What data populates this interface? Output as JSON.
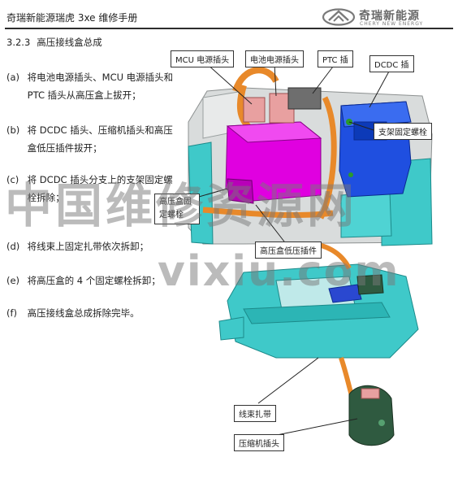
{
  "header": {
    "title": "奇瑞新能源瑞虎 3xe 维修手册",
    "logo_cn": "奇瑞新能源",
    "logo_en": "CHERY NEW ENERGY",
    "rule_color": "#2c2c2c"
  },
  "section": {
    "number": "3.2.3",
    "title": "高压接线盒总成"
  },
  "steps": [
    {
      "label": "(a)",
      "lines": [
        "将电池电源插头、MCU 电源插头和",
        "PTC 插头从高压盒上拔开；"
      ]
    },
    {
      "label": "(b)",
      "lines": [
        "将 DCDC 插头、压缩机插头和高压",
        "盒低压插件拔开；"
      ]
    },
    {
      "label": "(c)",
      "lines": [
        "将 DCDC 插头分支上的支架固定螺",
        "栓拆除；"
      ]
    },
    {
      "label": "(d)",
      "lines": [
        "将线束上固定扎带依次拆卸；"
      ]
    },
    {
      "label": "(e)",
      "lines": [
        "将高压盒的 4 个固定螺栓拆卸；"
      ]
    },
    {
      "label": "(f)",
      "lines": [
        "高压接线盒总成拆除完毕。"
      ]
    }
  ],
  "callouts": {
    "mcu": "MCU 电源插头",
    "battery": "电池电源插头",
    "ptc": "PTC 插",
    "dcdc": "DCDC 插",
    "bracket_bolt": "支架固定螺栓",
    "hv_box_bolt": "高压盒固定螺栓",
    "hv_box_lv": "高压盒低压插件",
    "harness_tie": "线束扎带",
    "compressor": "压缩机插头"
  },
  "watermark": {
    "cn": "中国维修资源网",
    "en": "vixiu.com"
  },
  "colors": {
    "frame_cyan": "#3fc9c9",
    "hv_box_magenta": "#e000e0",
    "dcdc_blue": "#1f4fe0",
    "cable_orange": "#e8892a",
    "connector_pink": "#e8a0a0",
    "compressor_green": "#2f5a40"
  }
}
